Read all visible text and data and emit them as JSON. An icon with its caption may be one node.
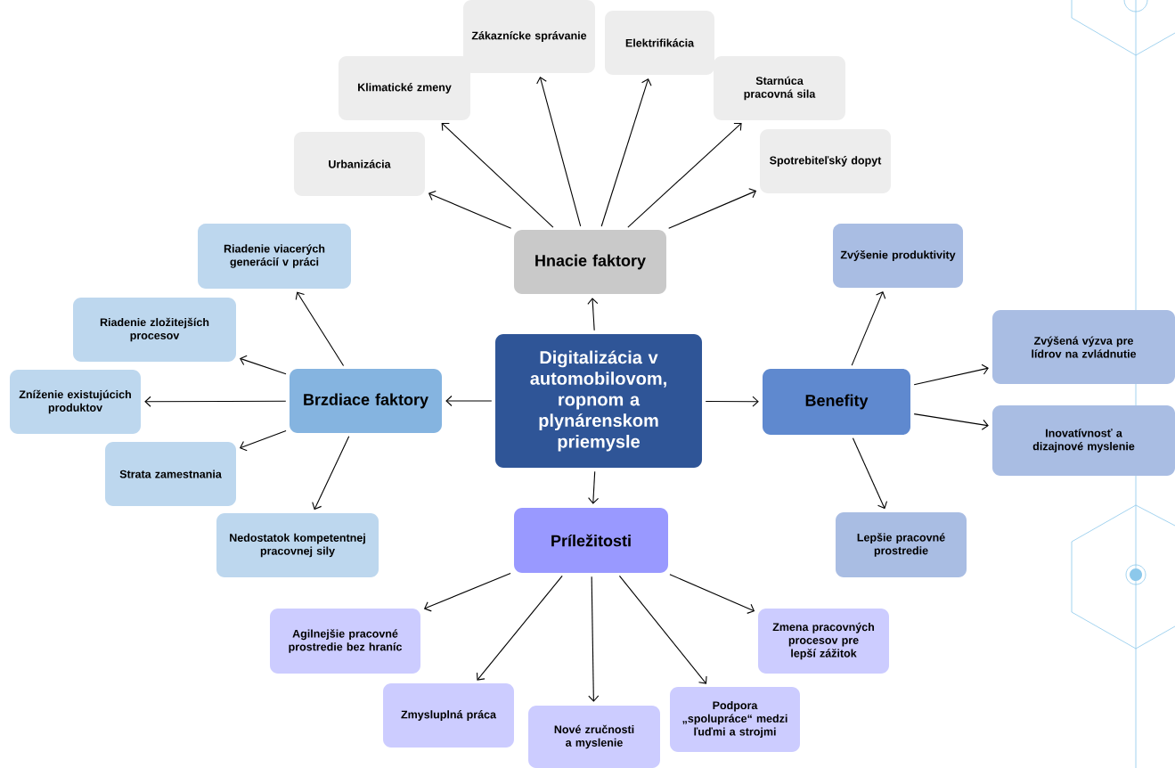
{
  "diagram": {
    "nodes": [
      {
        "text": [
          "Digitalizácia v automobilovom, ropnom a plynárenskom priemysle"
        ]
      },
      {
        "text": [
          "Hnacie faktory"
        ]
      },
      {
        "text": [
          "Urbanizácia"
        ]
      },
      {
        "text": [
          "Klimatické zmeny"
        ]
      },
      {
        "text": [
          "Zákaznícke správanie"
        ]
      },
      {
        "text": [
          "Elektrifikácia"
        ]
      },
      {
        "text": [
          "Starnúca pracovná sila"
        ]
      },
      {
        "text": [
          "Spotrebiteľský dopyt"
        ]
      },
      {
        "text": [
          "Brzdiace faktory"
        ]
      },
      {
        "text": [
          "Riadenie viacerých generácií v práci"
        ]
      },
      {
        "text": [
          "Riadenie zložitejších procesov"
        ]
      },
      {
        "text": [
          "Zníženie existujúcich produktov"
        ]
      },
      {
        "text": [
          "Strata zamestnania"
        ]
      },
      {
        "text": [
          "Nedostatok kompetentnej pracovnej sily"
        ]
      },
      {
        "text": [
          "Benefity"
        ]
      },
      {
        "text": [
          "Zvýšenie produktivity"
        ]
      },
      {
        "text": [
          "Zvýšená výzva pre lídrov na zvládnutie"
        ]
      },
      {
        "text": [
          "Inovatívnosť a dizajnové myslenie"
        ]
      },
      {
        "text": [
          "Lepšie pracovné prostredie"
        ]
      },
      {
        "text": [
          "Príležitosti"
        ]
      },
      {
        "text": [
          "Agilnejšie pracovné prostredie bez hraníc"
        ]
      },
      {
        "text": [
          "Zmysluplná práca"
        ]
      },
      {
        "text": [
          "Nové zručnosti a myslenie"
        ]
      },
      {
        "text": [
          "Podpora „spolupráce“ medzi ľuďmi a strojmi"
        ]
      },
      {
        "text": [
          "Zmena pracovných procesov pre lepší zážitok"
        ]
      }
    ],
    "edges": [
      {
        "from": 0,
        "to": 1,
        "arrow": "to"
      },
      {
        "from": 0,
        "to": 8,
        "arrow": "to"
      },
      {
        "from": 0,
        "to": 14,
        "arrow": "to"
      },
      {
        "from": 0,
        "to": 19,
        "arrow": "to"
      },
      {
        "from": 1,
        "to": 2,
        "arrow": "to"
      },
      {
        "from": 1,
        "to": 3,
        "arrow": "to"
      },
      {
        "from": 1,
        "to": 4,
        "arrow": "to"
      },
      {
        "from": 1,
        "to": 5,
        "arrow": "to"
      },
      {
        "from": 1,
        "to": 6,
        "arrow": "to"
      },
      {
        "from": 1,
        "to": 7,
        "arrow": "to"
      },
      {
        "from": 8,
        "to": 9,
        "arrow": "to"
      },
      {
        "from": 8,
        "to": 10,
        "arrow": "to"
      },
      {
        "from": 8,
        "to": 11,
        "arrow": "to"
      },
      {
        "from": 8,
        "to": 12,
        "arrow": "to"
      },
      {
        "from": 8,
        "to": 13,
        "arrow": "to"
      },
      {
        "from": 14,
        "to": 15,
        "arrow": "to"
      },
      {
        "from": 14,
        "to": 16,
        "arrow": "to"
      },
      {
        "from": 14,
        "to": 17,
        "arrow": "to"
      },
      {
        "from": 14,
        "to": 18,
        "arrow": "to"
      },
      {
        "from": 19,
        "to": 20,
        "arrow": "to"
      },
      {
        "from": 19,
        "to": 21,
        "arrow": "to"
      },
      {
        "from": 19,
        "to": 22,
        "arrow": "to"
      },
      {
        "from": 19,
        "to": 23,
        "arrow": "to"
      },
      {
        "from": 19,
        "to": 24,
        "arrow": "to"
      }
    ]
  }
}
